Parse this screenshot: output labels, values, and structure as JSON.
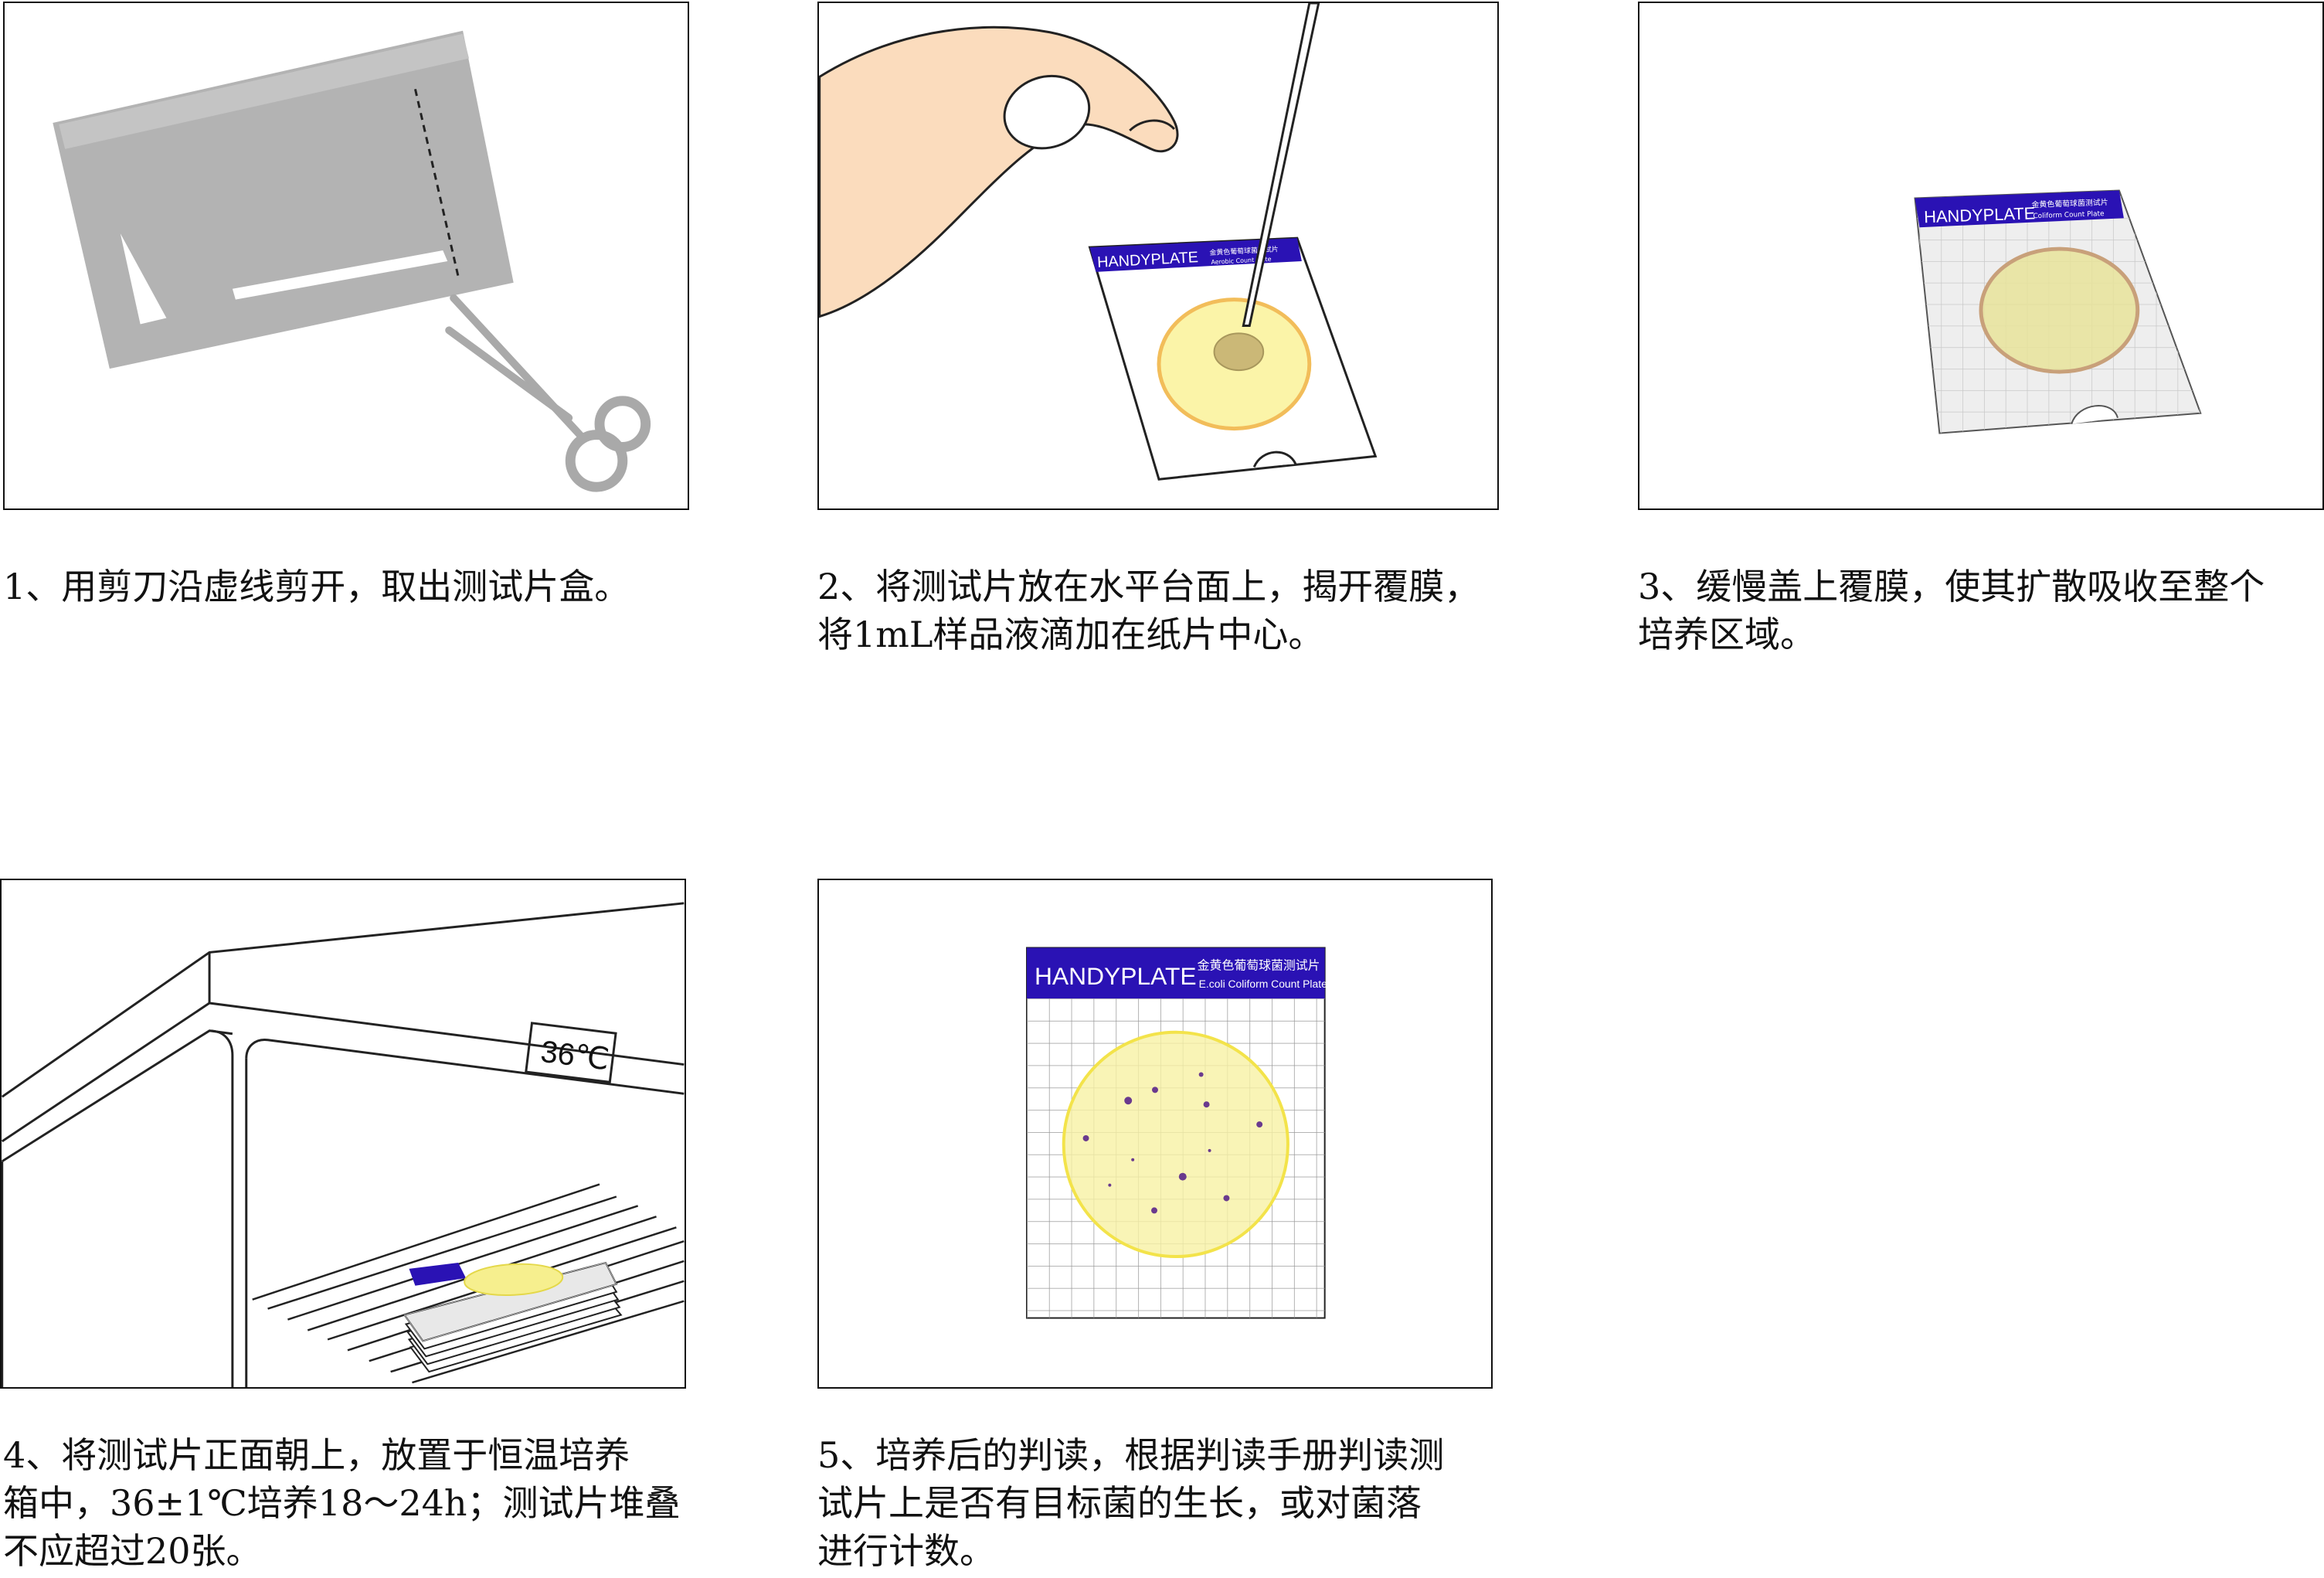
{
  "steps": [
    {
      "line1": "1、用剪刀沿虚线剪开，取出测试片盒。",
      "line2": "",
      "line3": ""
    },
    {
      "line1": "2、将测试片放在水平台面上，揭开覆膜，",
      "line2": "将1mL样品液滴加在纸片中心。",
      "line3": ""
    },
    {
      "line1": "3、缓慢盖上覆膜，使其扩散吸收至整个",
      "line2": "培养区域。",
      "line3": ""
    },
    {
      "line1": "4、将测试片正面朝上，放置于恒温培养",
      "line2": "箱中，36±1℃培养18～24h；测试片堆叠",
      "line3": "不应超过20张。"
    },
    {
      "line1": "5、培养后的判读，根据判读手册判读测",
      "line2": "试片上是否有目标菌的生长，或对菌落",
      "line3": "进行计数。"
    }
  ],
  "plates": {
    "brand": "HANDYPLATE",
    "plate2_cn": "金黄色葡萄球菌测试片",
    "plate2_en": "Aerobic Count Plate",
    "plate3_cn": "金黄色葡萄球菌测试片",
    "plate3_en": "Coliform Count Plate",
    "plate5_cn": "金黄色葡萄球菌测试片",
    "plate5_en": "E.coli Coliform Count Plate"
  },
  "incubator": {
    "temperature": "36℃"
  },
  "colors": {
    "header_blue": "#2a12b4",
    "bag_gray": "#b3b3b3",
    "skin": "#fbdcbd",
    "culture_yellow": "#f8f1a4",
    "culture_ring": "#f3e34a",
    "colony_purple": "#6a3a8e"
  }
}
